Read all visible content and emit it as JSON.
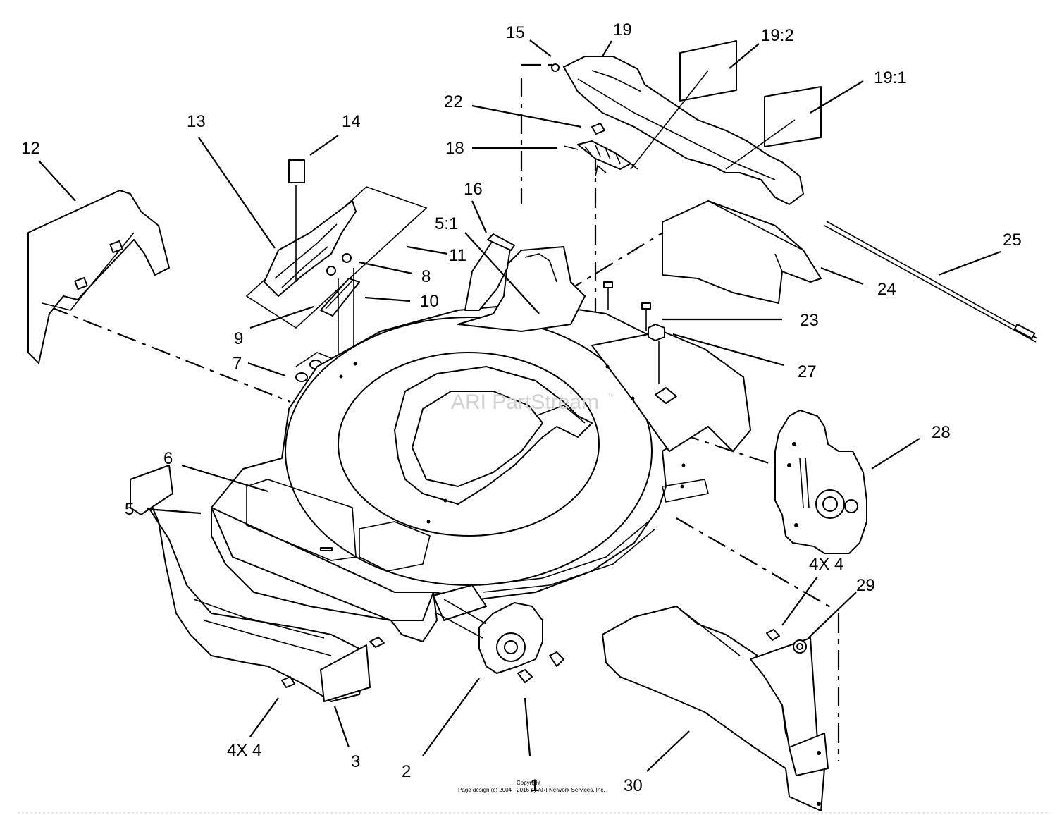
{
  "labels": [
    {
      "id": "1",
      "text": "1"
    },
    {
      "id": "2",
      "text": "2"
    },
    {
      "id": "3",
      "text": "3"
    },
    {
      "id": "4x4-left",
      "text": "4X 4"
    },
    {
      "id": "4x4-right",
      "text": "4X 4"
    },
    {
      "id": "5",
      "text": "5"
    },
    {
      "id": "5-1",
      "text": "5:1"
    },
    {
      "id": "6",
      "text": "6"
    },
    {
      "id": "7",
      "text": "7"
    },
    {
      "id": "8",
      "text": "8"
    },
    {
      "id": "9",
      "text": "9"
    },
    {
      "id": "10",
      "text": "10"
    },
    {
      "id": "11",
      "text": "11"
    },
    {
      "id": "12",
      "text": "12"
    },
    {
      "id": "13",
      "text": "13"
    },
    {
      "id": "14",
      "text": "14"
    },
    {
      "id": "15",
      "text": "15"
    },
    {
      "id": "16",
      "text": "16"
    },
    {
      "id": "18",
      "text": "18"
    },
    {
      "id": "19",
      "text": "19"
    },
    {
      "id": "19-1",
      "text": "19:1"
    },
    {
      "id": "19-2",
      "text": "19:2"
    },
    {
      "id": "22",
      "text": "22"
    },
    {
      "id": "23",
      "text": "23"
    },
    {
      "id": "24",
      "text": "24"
    },
    {
      "id": "25",
      "text": "25"
    },
    {
      "id": "27",
      "text": "27"
    },
    {
      "id": "28",
      "text": "28"
    },
    {
      "id": "29",
      "text": "29"
    },
    {
      "id": "30",
      "text": "30"
    }
  ],
  "watermark": {
    "text": "ARI PartStream",
    "mark": "™"
  },
  "copyright": {
    "line1": "Copyright",
    "line2": "Page design (c) 2004 - 2016 by ARI Network Services, Inc."
  }
}
